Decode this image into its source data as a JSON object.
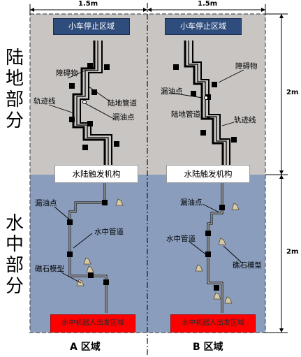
{
  "dimensions": {
    "width_a": "1.5m",
    "width_b": "1.5m",
    "height_land": "2m",
    "height_water": "2m"
  },
  "sections": {
    "land": "陆地部分",
    "water": "水中部分"
  },
  "boxes": {
    "stop_a": "小车停止区域",
    "stop_b": "小车停止区域",
    "trigger_a": "水陆触发机构",
    "trigger_b": "水陆触发机构",
    "start_a": "水中机器人出发区域",
    "start_b": "水中机器人出发区域"
  },
  "labels": {
    "a_obstacle": "障碍物",
    "a_track": "轨迹线",
    "a_land_pipe": "陆地管道",
    "a_leak_land": "漏油点",
    "a_leak_water": "漏油点",
    "a_water_pipe": "水中管道",
    "a_reef": "礁石模型",
    "b_obstacle": "障碍物",
    "b_leak_land": "漏油点",
    "b_land_pipe": "陆地管道",
    "b_track": "轨迹线",
    "b_leak_water": "漏油点",
    "b_water_pipe": "水中管道",
    "b_reef": "礁石模型"
  },
  "regions": {
    "a": "A 区域",
    "b": "B 区域"
  },
  "colors": {
    "land": "#c8c5c3",
    "water": "#8a9dbd",
    "stop": "#2f4d7c",
    "start": "#ff0000",
    "pipe": "#000000"
  }
}
